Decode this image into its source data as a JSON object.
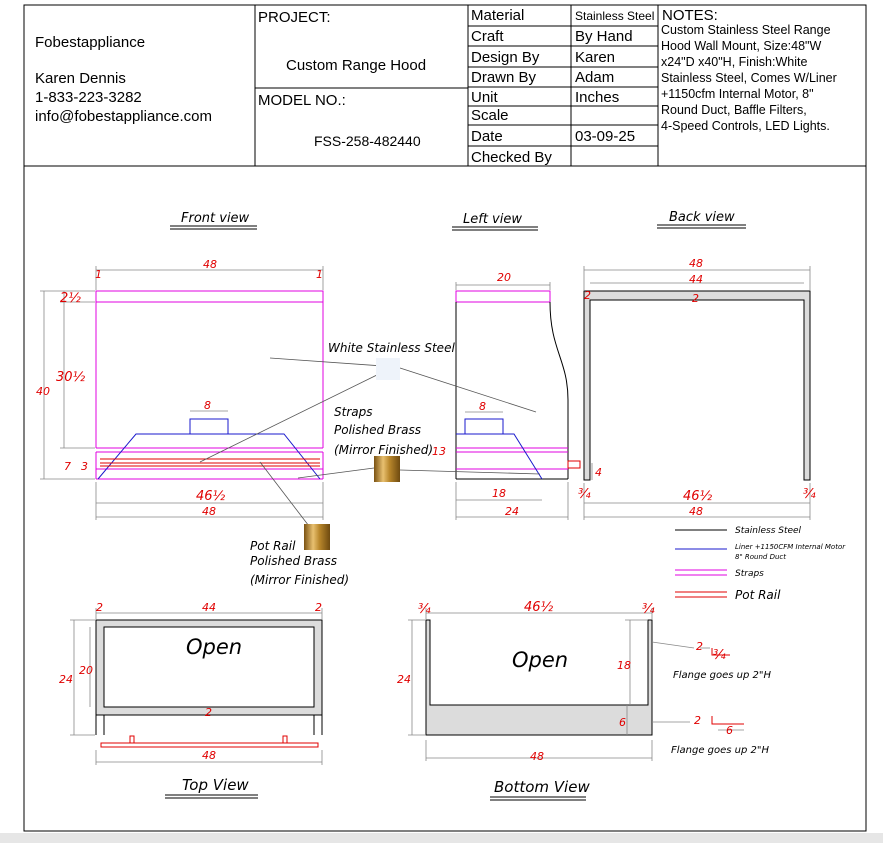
{
  "title_block": {
    "company": "Fobestappliance",
    "contact_name": "Karen Dennis",
    "phone": "1-833-223-3282",
    "email": "info@fobestappliance.com",
    "project_label": "PROJECT:",
    "project_value": "Custom Range Hood",
    "model_label": "MODEL NO.:",
    "model_value": "FSS-258-482440",
    "rows": [
      {
        "label": "Material",
        "value": "Stainless Steel"
      },
      {
        "label": "Craft",
        "value": "By Hand"
      },
      {
        "label": "Design By",
        "value": "Karen"
      },
      {
        "label": "Drawn By",
        "value": "Adam"
      },
      {
        "label": "Unit",
        "value": "Inches"
      },
      {
        "label": "Scale",
        "value": ""
      },
      {
        "label": "Date",
        "value": "03-09-25"
      },
      {
        "label": "Checked By",
        "value": ""
      }
    ],
    "notes_title": "NOTES:",
    "notes_lines": [
      "Custom Stainless Steel Range",
      "Hood Wall Mount, Size:48\"W",
      "x24\"D x40\"H, Finish:White",
      "Stainless Steel, Comes W/Liner",
      "+1150cfm Internal Motor, 8\"",
      "Round Duct, Baffle Filters,",
      "4-Speed Controls, LED Lights."
    ]
  },
  "views": {
    "front": "Front view",
    "left": "Left view",
    "back": "Back view",
    "top": "Top View",
    "bottom": "Bottom View"
  },
  "callouts": {
    "white_ss": "White Stainless Steel",
    "straps_1": "Straps",
    "straps_2": "Polished Brass",
    "straps_3": "(Mirror Finished)",
    "potrail_1": "Pot Rail",
    "potrail_2": "Polished Brass",
    "potrail_3": "(Mirror Finished)",
    "flange_1": "Flange goes up 2\"H",
    "flange_2": "Flange goes up 2\"H"
  },
  "open_labels": {
    "top": "Open",
    "bottom": "Open"
  },
  "legend": {
    "ss": "Stainless Steel",
    "liner_1": "Liner +1150CFM Internal Motor",
    "liner_2": "8\" Round Duct",
    "straps": "Straps",
    "potrail": "Pot Rail"
  },
  "dims": {
    "front_width": "48",
    "front_edge_l": "1",
    "front_edge_r": "1",
    "front_top": "2½",
    "front_mid": "30½",
    "front_total_h": "40",
    "front_bot_7": "7",
    "front_bot_3": "3",
    "front_duct": "8",
    "front_inner": "46½",
    "front_bottom_w": "48",
    "left_top": "20",
    "left_duct": "8",
    "left_13": "13",
    "left_18": "18",
    "left_24": "24",
    "back_48_top": "48",
    "back_44": "44",
    "back_2_left": "2",
    "back_2_mid": "2",
    "back_4": "4",
    "back_34_l": "¾",
    "back_34_r": "¾",
    "back_inner": "46½",
    "back_48_bot": "48",
    "top_2_l": "2",
    "top_44": "44",
    "top_2_r": "2",
    "top_24": "24",
    "top_20": "20",
    "top_2_mid": "2",
    "top_48": "48",
    "bot_34_l": "¾",
    "bot_inner": "46½",
    "bot_34_r": "¾",
    "bot_24": "24",
    "bot_18": "18",
    "bot_6": "6",
    "bot_48": "48",
    "fl_2a": "2",
    "fl_34": "¾",
    "fl_2b": "2",
    "fl_6": "6"
  },
  "colors": {
    "steel": "#000000",
    "liner": "#1a1acc",
    "straps": "#e000e0",
    "pot_rail": "#e00000",
    "dimension": "#e00000",
    "brass": "#b8862b"
  }
}
